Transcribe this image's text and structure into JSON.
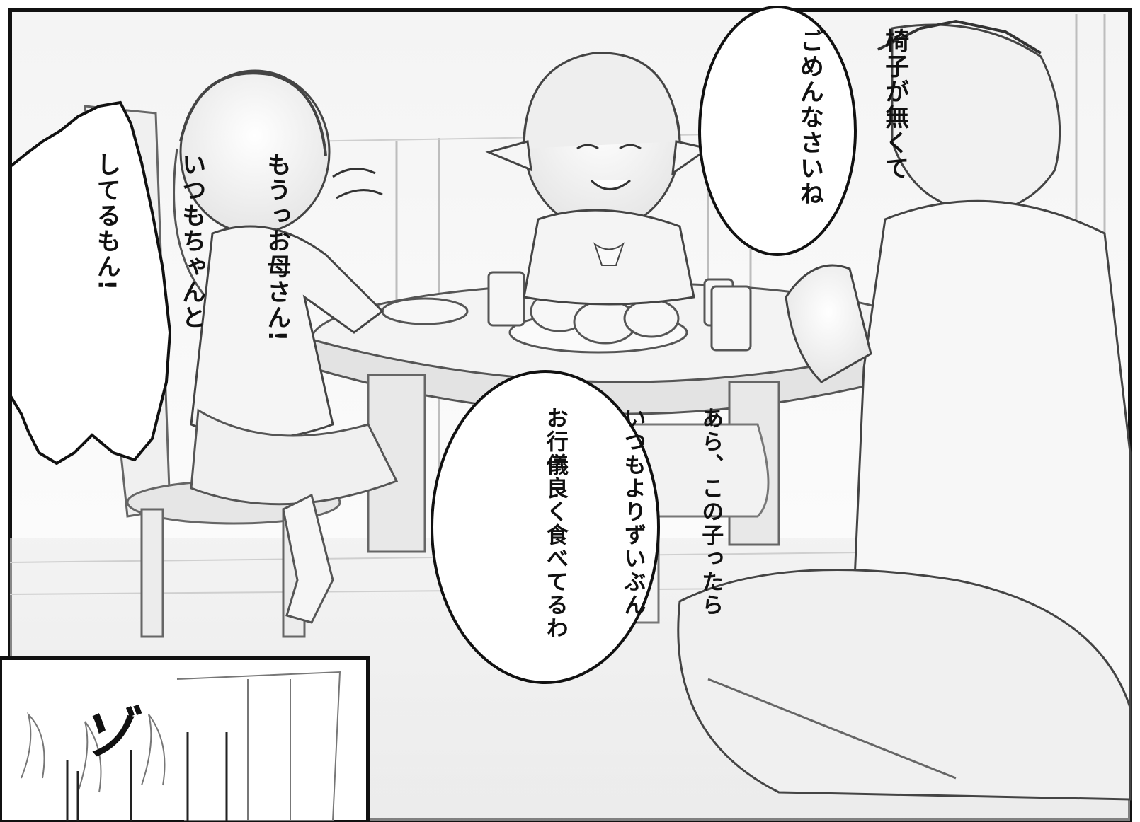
{
  "balloons": [
    {
      "id": "top-right",
      "lines": [
        "椅子が無くて",
        "ごめんなさいね"
      ]
    },
    {
      "id": "left",
      "lines": [
        "もうっお母さん!",
        "いつもちゃんと",
        "してるもん!"
      ]
    },
    {
      "id": "center",
      "lines": [
        "あら、この子ったら",
        "いつもよりずいぶん",
        "お行儀良く食べてるわ"
      ]
    }
  ],
  "sfx": "ゾ",
  "colors": {
    "ink": "#111111",
    "tone": "#e2e2e2",
    "paper": "#ffffff"
  }
}
